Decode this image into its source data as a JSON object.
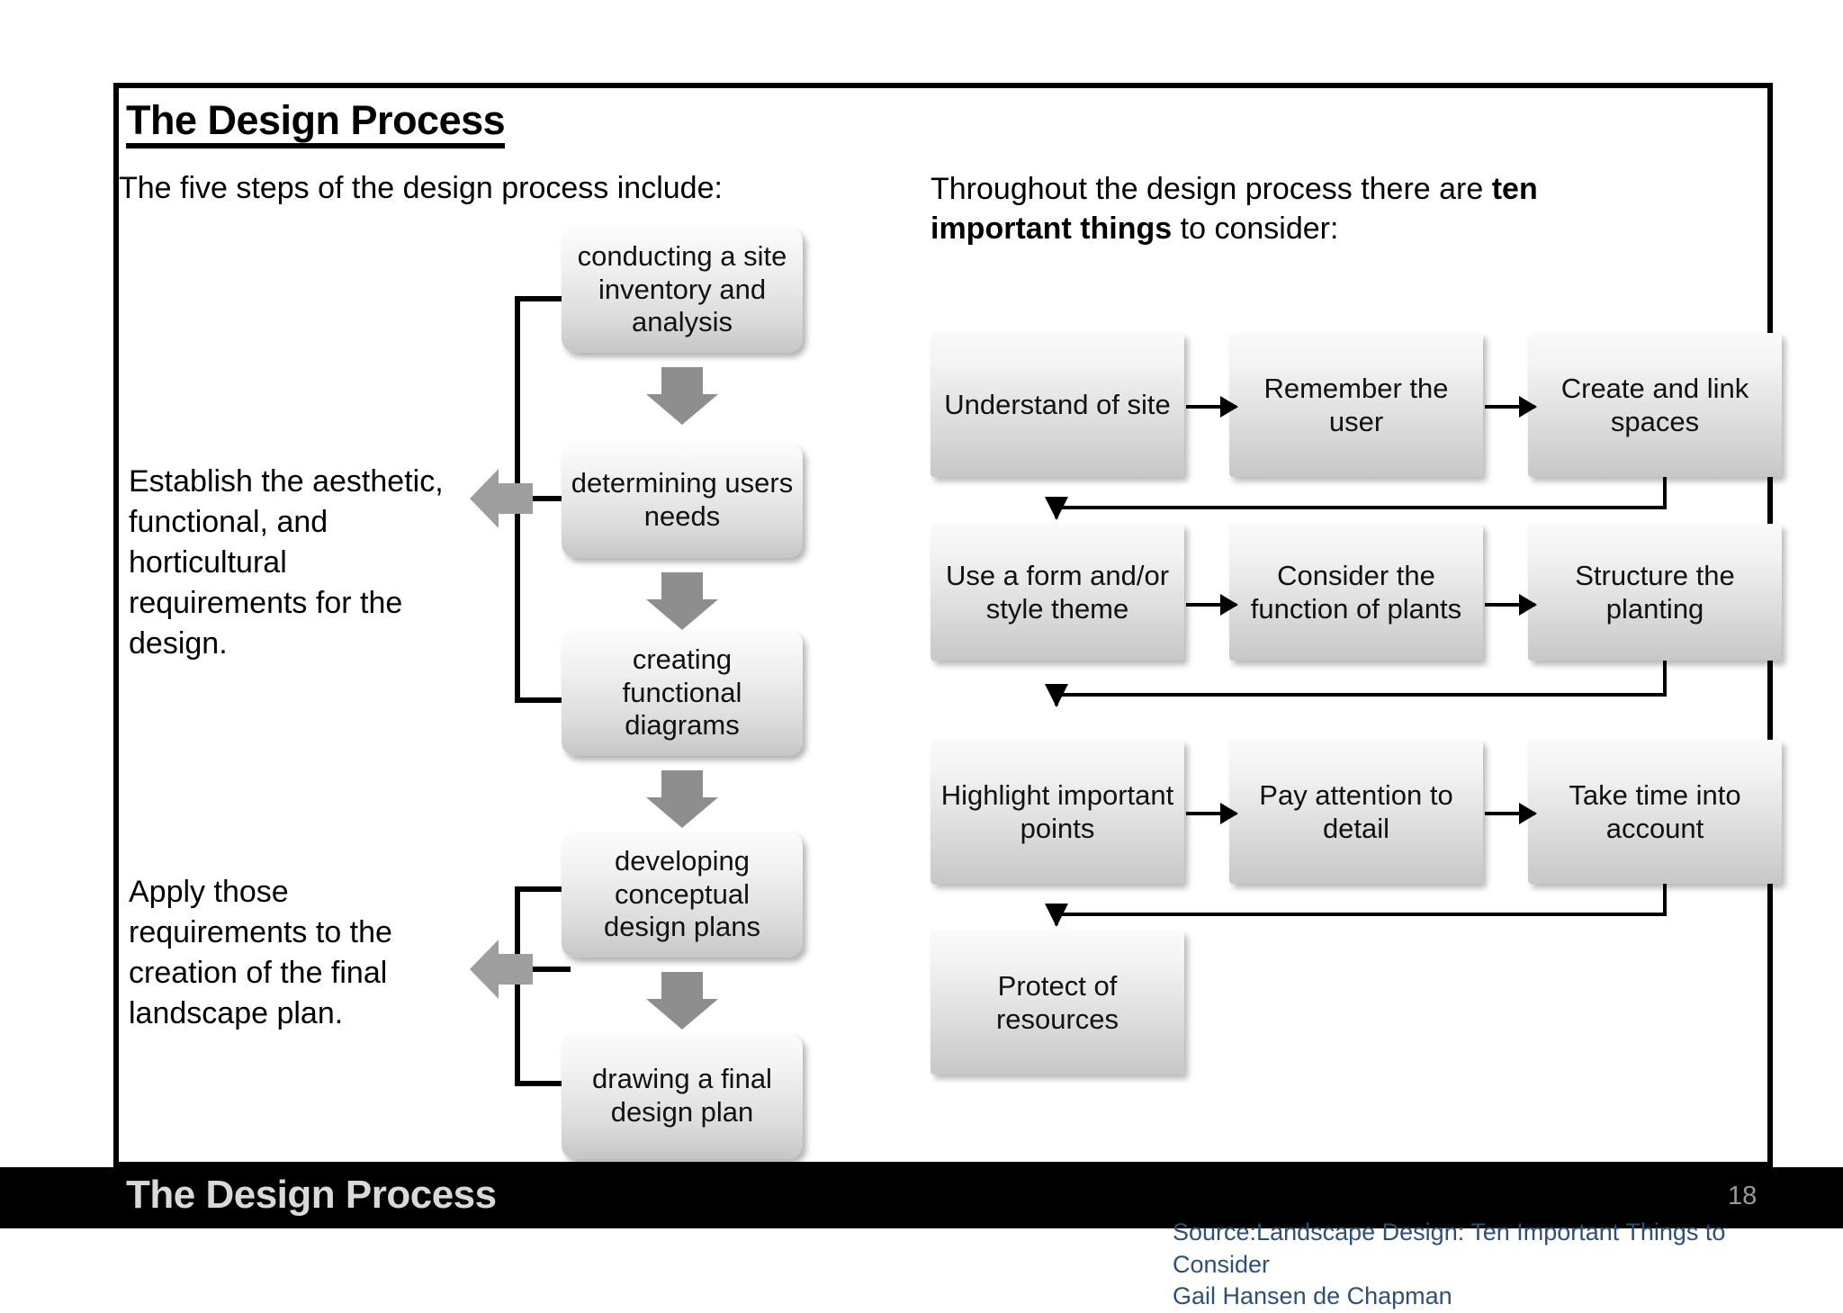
{
  "slide": {
    "title": "The Design Process",
    "intro_left": "The five steps of the design process include:",
    "intro_right_plain_1": "Throughout the design process there are ",
    "intro_right_bold": "ten important things",
    "intro_right_plain_2": " to consider:"
  },
  "left_flow": {
    "notes": [
      "Establish the aesthetic, functional, and horticultural requirements for the design.",
      "Apply those requirements to the creation of the final landscape plan."
    ],
    "steps": [
      "conducting a site inventory and analysis",
      "determining users needs",
      "creating functional diagrams",
      "developing conceptual design plans",
      "drawing a final design plan"
    ]
  },
  "right_flow": {
    "items": [
      "Understand of site",
      "Remember the user",
      "Create and link spaces",
      "Use a form and/or style theme",
      "Consider the function of plants",
      "Structure the planting",
      "Highlight important points",
      "Pay attention to detail",
      "Take time into account",
      "Protect of resources"
    ]
  },
  "footer": {
    "title": "The Design Process",
    "page_number": "18",
    "source_line_1": "Source:Landscape Design: Ten Important Things to Consider",
    "source_line_2": "Gail Hansen de Chapman"
  },
  "colors": {
    "frame": "#000000",
    "footer_bg": "#000000",
    "footer_text": "#d9d9d9",
    "page_number": "#9a9a9a",
    "source_text": "#2e5077",
    "box_gradient_top": "#fafafa",
    "box_gradient_bottom": "#c7c7c7",
    "gray_arrow": "#8e8e8e"
  }
}
